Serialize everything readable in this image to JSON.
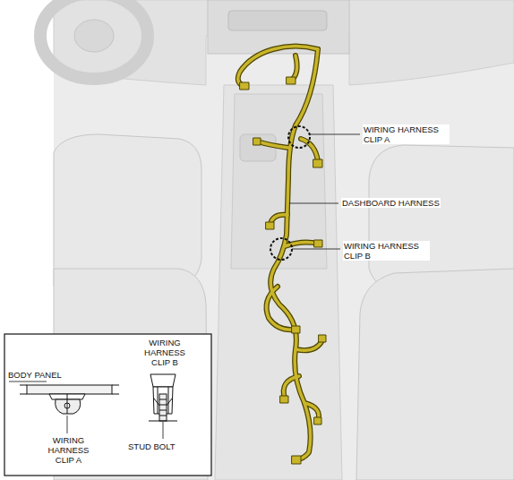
{
  "diagram": {
    "labels": [
      "WIRING HARNESS CLIP A",
      "DASHBOARD HARNESS",
      "WIRING HARNESS CLIP B",
      "BODY PANEL",
      "WIRING HARNESS CLIP A",
      "WIRING HARNESS CLIP B",
      "STUD BOLT"
    ]
  }
}
